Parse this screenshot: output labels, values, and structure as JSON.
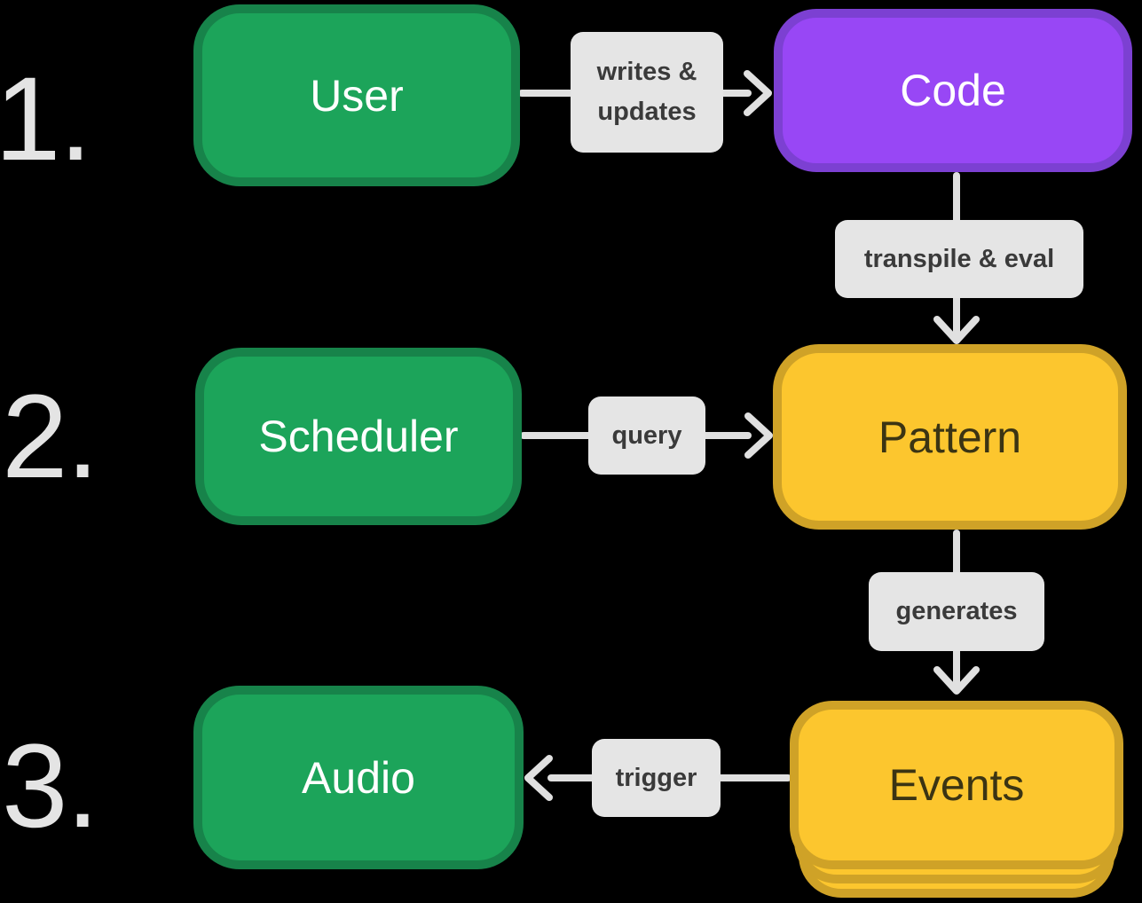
{
  "diagram": {
    "background": "#000000",
    "step_number_color": "#E4E4E4",
    "arrow_color": "#E0E0E0",
    "edge_label_style": {
      "background": "#E5E5E5",
      "text_color": "#3A3A3A"
    },
    "steps": [
      {
        "number": "1."
      },
      {
        "number": "2."
      },
      {
        "number": "3."
      }
    ],
    "nodes": [
      {
        "id": "user",
        "label": "User",
        "fill": "#1CA45A",
        "border": "#17834A",
        "text_color": "#FFFFFF"
      },
      {
        "id": "code",
        "label": "Code",
        "fill": "#9847F5",
        "border": "#7C40D2",
        "text_color": "#FFFFFF"
      },
      {
        "id": "scheduler",
        "label": "Scheduler",
        "fill": "#1CA45A",
        "border": "#17834A",
        "text_color": "#FFFFFF"
      },
      {
        "id": "pattern",
        "label": "Pattern",
        "fill": "#FCC62E",
        "border": "#CFA227",
        "text_color": "#3B3413"
      },
      {
        "id": "audio",
        "label": "Audio",
        "fill": "#1CA45A",
        "border": "#17834A",
        "text_color": "#FFFFFF"
      },
      {
        "id": "events",
        "label": "Events",
        "fill": "#FCC62E",
        "border": "#CFA227",
        "text_color": "#3B3413",
        "stacked": true
      }
    ],
    "edges": [
      {
        "from": "user",
        "to": "code",
        "label": "writes & updates"
      },
      {
        "from": "code",
        "to": "pattern",
        "label": "transpile & eval"
      },
      {
        "from": "scheduler",
        "to": "pattern",
        "label": "query"
      },
      {
        "from": "pattern",
        "to": "events",
        "label": "generates"
      },
      {
        "from": "events",
        "to": "audio",
        "label": "trigger"
      }
    ]
  }
}
